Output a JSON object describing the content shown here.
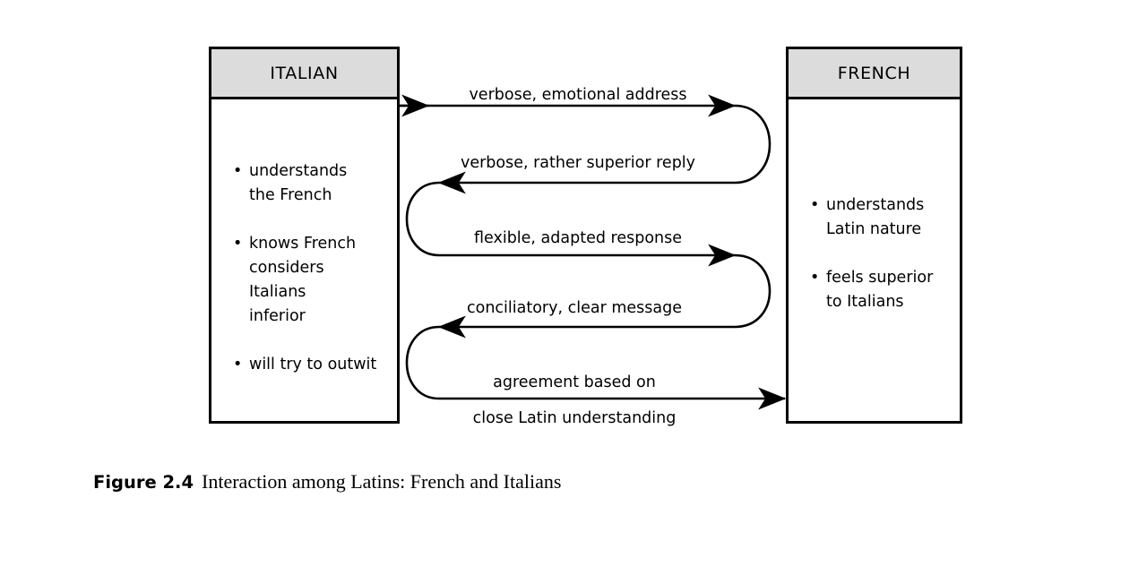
{
  "figure": {
    "caption_number": "Figure 2.4",
    "caption_text": "Interaction among Latins: French and Italians"
  },
  "colors": {
    "header_fill": "#dcdcdc",
    "line": "#000000",
    "background": "#ffffff"
  },
  "left_actor": {
    "title": "ITALIAN",
    "traits": [
      "understands\nthe French",
      "knows French\nconsiders Italians\ninferior",
      "will try to outwit"
    ],
    "trait_lines": [
      [
        "understands",
        "the French"
      ],
      [
        "knows French",
        "considers Italians",
        "inferior"
      ],
      [
        "will try to outwit"
      ]
    ]
  },
  "right_actor": {
    "title": "FRENCH",
    "traits": [
      "understands\nLatin nature",
      "feels superior\nto Italians"
    ],
    "trait_lines": [
      [
        "understands",
        "Latin nature"
      ],
      [
        "feels superior",
        "to Italians"
      ]
    ]
  },
  "exchanges": [
    {
      "index": 1,
      "direction": "left-to-right",
      "label_above": "verbose, emotional address",
      "label_below": ""
    },
    {
      "index": 2,
      "direction": "right-to-left",
      "label_above": "verbose, rather superior reply",
      "label_below": ""
    },
    {
      "index": 3,
      "direction": "left-to-right",
      "label_above": "flexible, adapted response",
      "label_below": ""
    },
    {
      "index": 4,
      "direction": "right-to-left",
      "label_above": "conciliatory, clear message",
      "label_below": ""
    },
    {
      "index": 5,
      "direction": "left-to-right",
      "label_above": "agreement based on",
      "label_below": "close Latin understanding"
    }
  ]
}
